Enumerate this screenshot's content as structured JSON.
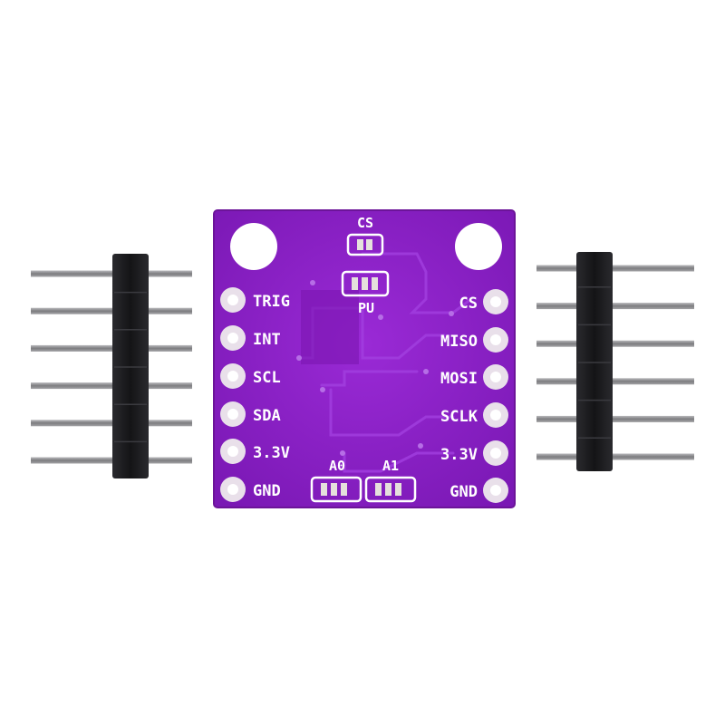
{
  "board": {
    "top_labels": {
      "cs": "CS",
      "pu": "PU"
    },
    "left_pins": [
      "TRIG",
      "INT",
      "SCL",
      "SDA",
      "3.3V",
      "GND"
    ],
    "right_pins": [
      "CS",
      "MISO",
      "MOSI",
      "SCLK",
      "3.3V",
      "GND"
    ],
    "bottom_labels": {
      "a0": "A0",
      "a1": "A1"
    }
  },
  "headers": {
    "left_pin_count": 6,
    "right_pin_count": 6
  },
  "colors": {
    "pcb": "#8a1fc4",
    "pcb_edge": "#6c1499",
    "pad_ring": "#e9e0ea",
    "header_plastic": "#1c1c1f",
    "pin_metal": "#8f8f92",
    "background": "#ffffff"
  }
}
